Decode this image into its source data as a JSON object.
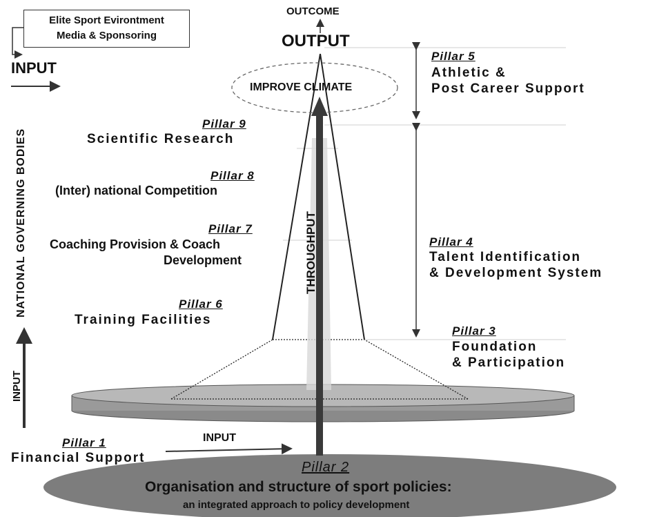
{
  "top": {
    "environment_line1": "Elite Sport Evirontment",
    "environment_line2": "Media & Sponsoring",
    "input_top": "INPUT",
    "outcome": "OUTCOME",
    "output": "OUTPUT",
    "improve_climate": "IMPROVE CLIMATE"
  },
  "side": {
    "national_governing_bodies": "NATIONAL GOVERNING BODIES",
    "input_vertical": "INPUT",
    "throughput": "THROUGHPUT",
    "input_bottom": "INPUT"
  },
  "pillars": {
    "p1": {
      "tag": "Pillar 1",
      "name": "Financial Support"
    },
    "p2": {
      "tag": "Pillar 2",
      "name": "Organisation and structure of sport policies:",
      "subtitle": "an integrated approach to policy development"
    },
    "p3": {
      "tag": "Pillar 3",
      "line1": "Foundation",
      "line2": "& Participation"
    },
    "p4": {
      "tag": "Pillar 4",
      "line1": "Talent Identification",
      "line2": "& Development System"
    },
    "p5": {
      "tag": "Pillar 5",
      "line1": "Athletic &",
      "line2": "Post Career Support"
    },
    "p6": {
      "tag": "Pillar 6",
      "name": "Training Facilities"
    },
    "p7": {
      "tag": "Pillar 7",
      "line1": "Coaching Provision & Coach",
      "line2": "Development"
    },
    "p8": {
      "tag": "Pillar 8",
      "name": "(Inter) national Competition"
    },
    "p9": {
      "tag": "Pillar 9",
      "name": "Scientific Research"
    }
  },
  "colors": {
    "platform": "#9a9a9a",
    "base_ellipse": "#7d7d7d",
    "arrow": "#3a3a3a"
  }
}
